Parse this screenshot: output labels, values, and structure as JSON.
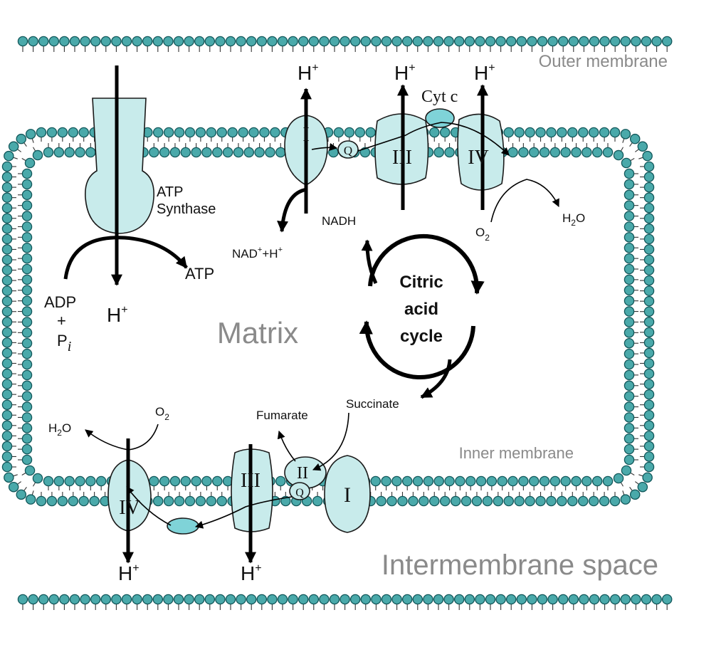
{
  "regions": {
    "outer_membrane": "Outer membrane",
    "inner_membrane": "Inner membrane",
    "matrix": "Matrix",
    "intermembrane_space": "Intermembrane space"
  },
  "atp_synthase": {
    "name_line1": "ATP",
    "name_line2": "Synthase",
    "product": "ATP",
    "adp": "ADP",
    "plus": "+",
    "pi_base": "P",
    "pi_sub": "i",
    "proton_base": "H",
    "proton_sup": "+"
  },
  "complexes_top": {
    "complex_1": "I",
    "complex_3": "III",
    "complex_4": "IV",
    "quinone": "Q",
    "cytochrome": "Cyt c"
  },
  "complexes_bottom": {
    "complex_1": "I",
    "complex_2": "II",
    "complex_3": "III",
    "complex_4": "IV",
    "quinone": "Q"
  },
  "metabolites": {
    "nadh": "NADH",
    "nad_base": "NAD",
    "nad_sup": "+",
    "nad_tail": "+H",
    "nad_tail_sup": "+",
    "h2o_h": "H",
    "h2o_sub": "2",
    "h2o_o": "O",
    "o2_o": "O",
    "o2_sub": "2",
    "succinate": "Succinate",
    "fumarate": "Fumarate"
  },
  "proton": {
    "base": "H",
    "sup": "+"
  },
  "citric_cycle": {
    "line1": "Citric",
    "line2": "acid",
    "line3": "cycle"
  },
  "colors": {
    "lipid_head_fill": "#4aa9aa",
    "lipid_head_stroke": "#12575a",
    "protein_fill": "#c8ebeb",
    "cytochrome_fill": "#7fd3d8",
    "region_label": "#8a8a8a"
  }
}
